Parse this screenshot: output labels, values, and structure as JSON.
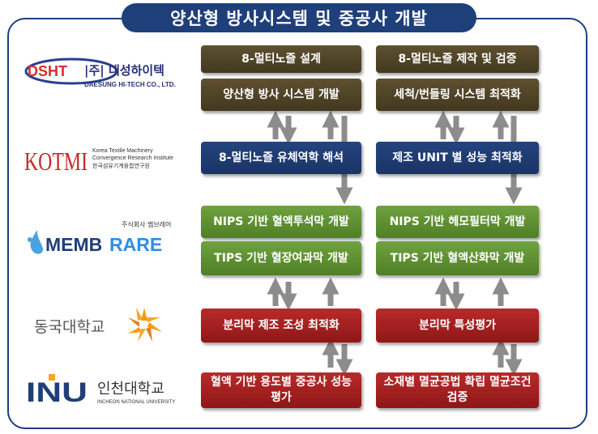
{
  "title": "양산형 방사시스템 및 중공사 개발",
  "logos": {
    "dsht": {
      "mark": "DSHT",
      "name": "|주| 대성하이텍",
      "sub": "DAESUNG HI-TECH CO., LTD."
    },
    "kotmi": {
      "mark": "KOTMI",
      "en1": "Korea Textile Machinery",
      "en2": "Convergence Research Institute",
      "ko": "한국섬유기계융합연구원"
    },
    "membrare": {
      "ko": "주식회사 멤브레어",
      "mark_a": "MEMB",
      "mark_b": "RARE"
    },
    "dongguk": {
      "name": "동국대학교"
    },
    "inu": {
      "mark": "INU",
      "ko": "인천대학교",
      "en": "INCHEON NATIONAL UNIVERSITY"
    }
  },
  "boxes": {
    "l1": "8-멀티노즐 설계",
    "l2": "양산형 방사 시스템 개발",
    "l3": "8-멀티노즐 유체역학 해석",
    "l4": "NIPS 기반 혈액투석막 개발",
    "l5": "TIPS 기반 혈장여과막 개발",
    "l6": "분리막 제조 조성 최적화",
    "l7": "혈액 기반 용도별 중공사 성능 평가",
    "r1": "8-멀티노즐 제작 및 검증",
    "r2": "세척/번들링 시스템 최적화",
    "r3": "제조 UNIT 별 성능 최적화",
    "r4": "NIPS 기반 헤모필터막 개발",
    "r5": "TIPS 기반 혈액산화막 개발",
    "r6": "분리막 특성평가",
    "r7": "소재별 멸균공법 확립 멸균조건 검증"
  },
  "colors": {
    "navy": "#1f3f7a",
    "brown": "#4f4326",
    "green": "#5e912f",
    "red": "#a32020",
    "arrow": "#8c8c8c"
  }
}
